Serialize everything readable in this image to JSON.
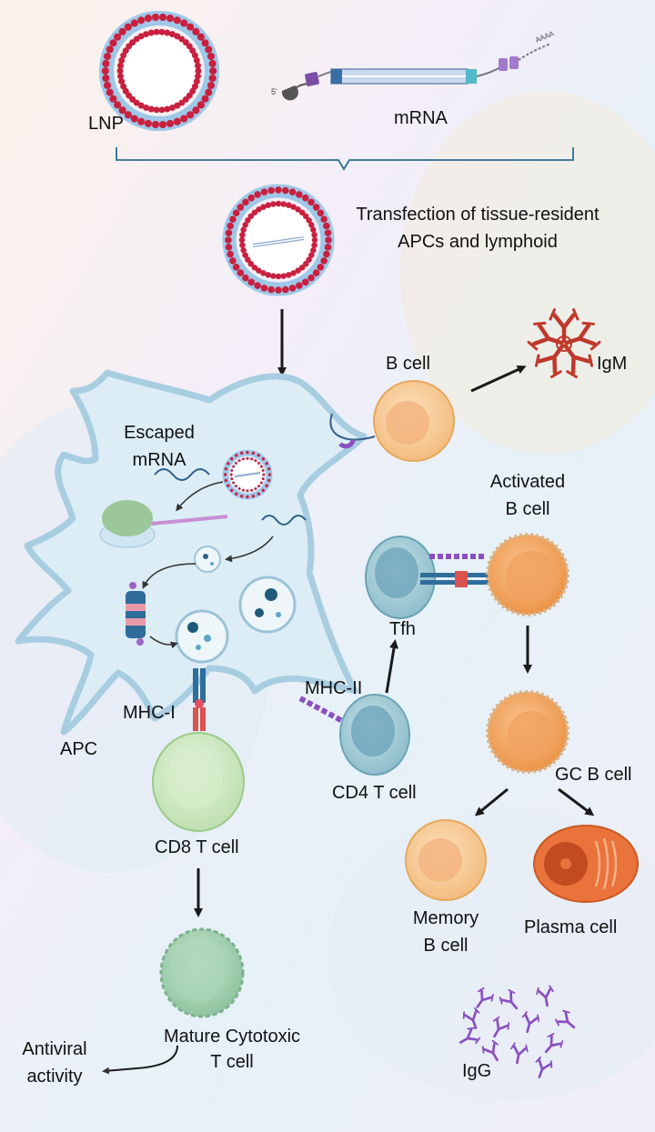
{
  "labels": {
    "lnp": "LNP",
    "mrna": "mRNA",
    "transfection_1": "Transfection of tissue-resident",
    "transfection_2": "APCs and lymphoid",
    "escaped_1": "Escaped",
    "escaped_2": "mRNA",
    "b_cell": "B cell",
    "igm": "IgM",
    "activated_1": "Activated",
    "activated_2": "B cell",
    "tfh": "Tfh",
    "mhc_ii": "MHC-II",
    "mhc_i": "MHC-I",
    "apc": "APC",
    "cd4": "CD4 T cell",
    "cd8": "CD8 T cell",
    "gc_b": "GC B cell",
    "memory_1": "Memory",
    "memory_2": "B cell",
    "plasma": "Plasma cell",
    "mature_1": "Mature Cytotoxic",
    "mature_2": "T cell",
    "antiviral_1": "Antiviral",
    "antiviral_2": "activity",
    "igg": "IgG",
    "five_prime": "5'",
    "poly_a": "AAAA"
  },
  "colors": {
    "lipid_head": "#c8203f",
    "lipid_tail": "#9fc8e8",
    "apc_fill": "#dcedf5",
    "apc_border": "#a8cde0",
    "b_cell": "#f6c98f",
    "activated_b": "#f2a35e",
    "t_cell": "#a9cfd8",
    "cd8": "#cde8c2",
    "plasma": "#e9733a",
    "antibody_red": "#c0392b",
    "antibody_purple": "#8a4fc0"
  }
}
